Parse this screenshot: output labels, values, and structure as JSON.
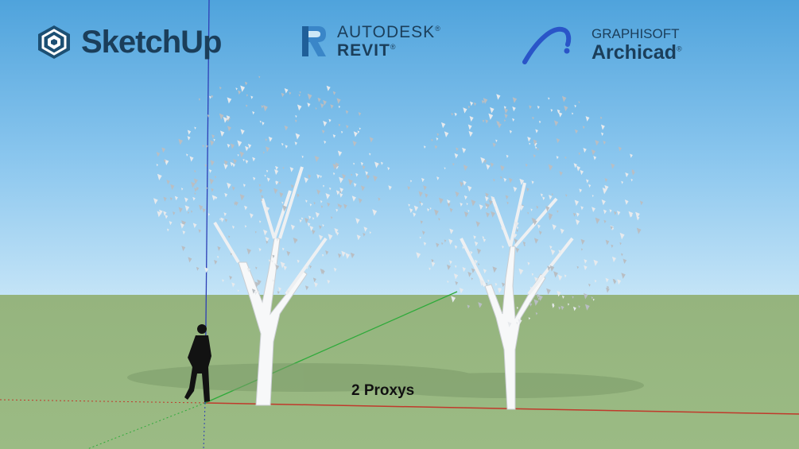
{
  "logos": {
    "sketchup": {
      "name": "SketchUp",
      "icon": "sketchup-logo-icon",
      "color": "#1b3e5a"
    },
    "revit": {
      "line1": "AUTODESK",
      "line2": "REVIT",
      "mark": "R",
      "icon": "revit-logo-icon",
      "color": "#2f74b5"
    },
    "archicad": {
      "line1": "GRAPHISOFT",
      "line2": "Archicad",
      "icon": "archicad-logo-icon",
      "color": "#2a4fb0"
    }
  },
  "scene": {
    "label": "2 Proxys",
    "sky_color": "#8ac6ee",
    "ground_color": "#98b881",
    "axis_colors": {
      "x": "#c0392b",
      "y": "#2eaa3a",
      "z": "#2d3fb5"
    }
  }
}
